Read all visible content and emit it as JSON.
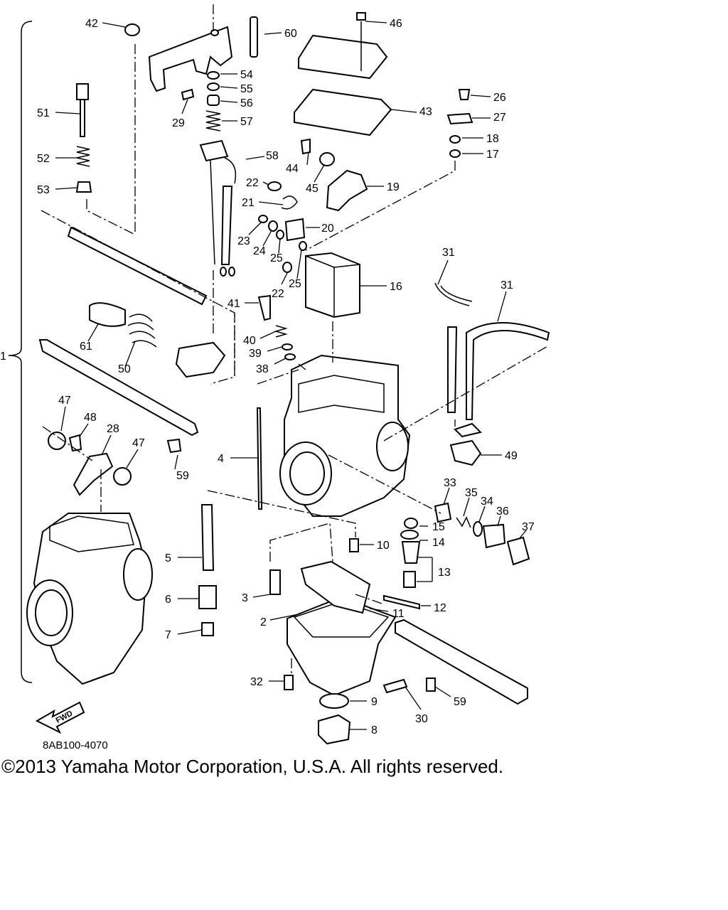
{
  "diagram": {
    "assembly_label": "1",
    "fwd_label": "FWD",
    "drawing_code": "8AB100-4070",
    "copyright": "©2013 Yamaha Motor Corporation, U.S.A. All rights reserved.",
    "part_labels": [
      "42",
      "60",
      "46",
      "54",
      "55",
      "56",
      "57",
      "29",
      "51",
      "52",
      "53",
      "58",
      "43",
      "26",
      "27",
      "18",
      "17",
      "44",
      "45",
      "19",
      "22",
      "21",
      "20",
      "23",
      "24",
      "25",
      "22",
      "25",
      "31",
      "31",
      "16",
      "41",
      "40",
      "39",
      "38",
      "61",
      "50",
      "4",
      "49",
      "47",
      "48",
      "28",
      "47",
      "59",
      "33",
      "35",
      "34",
      "36",
      "37",
      "15",
      "14",
      "10",
      "13",
      "5",
      "3",
      "12",
      "11",
      "6",
      "2",
      "7",
      "32",
      "9",
      "30",
      "59",
      "8"
    ]
  }
}
